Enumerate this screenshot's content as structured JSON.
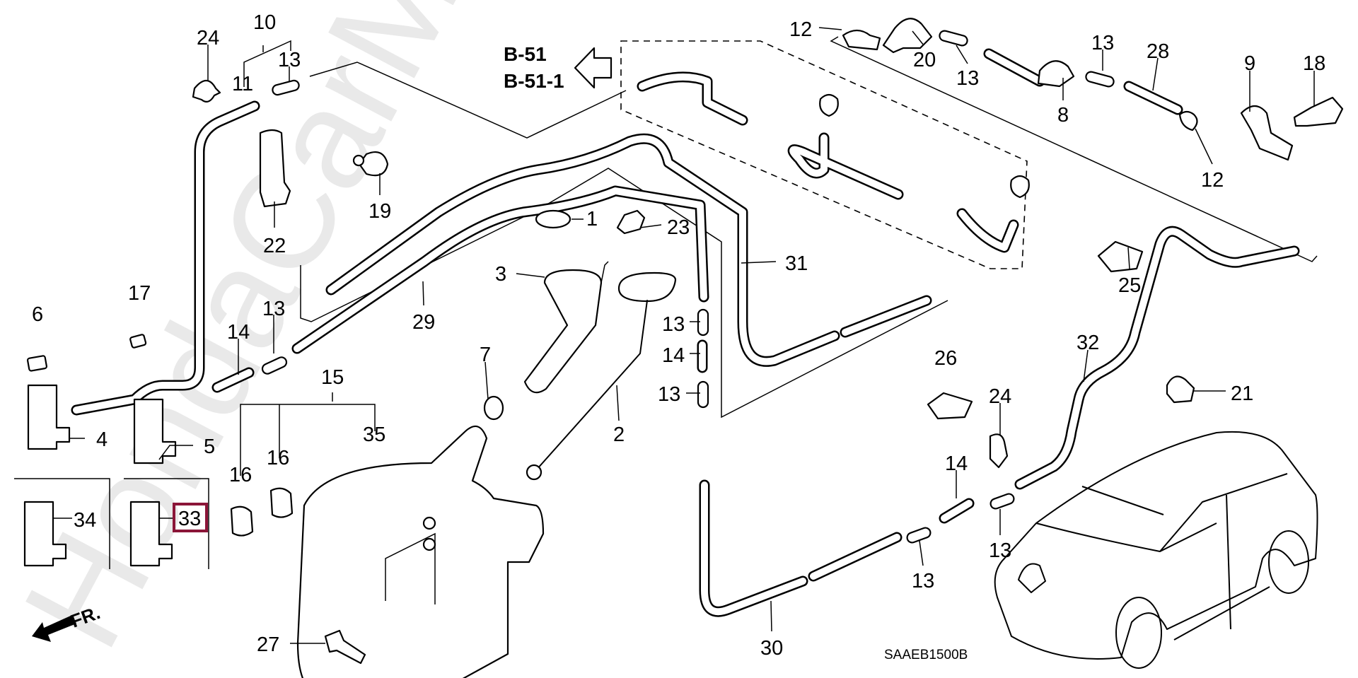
{
  "diagram": {
    "title_code": "SAAEB1500B",
    "watermark": "HondaCarMine.ru",
    "reference": {
      "line1": "B-51",
      "line2": "B-51-1"
    },
    "direction_label": "FR.",
    "highlight": {
      "part": "33",
      "color": "#8b1538"
    },
    "callouts": [
      {
        "id": "10",
        "label": "10"
      },
      {
        "id": "24a",
        "label": "24"
      },
      {
        "id": "11",
        "label": "11"
      },
      {
        "id": "13a",
        "label": "13"
      },
      {
        "id": "12a",
        "label": "12"
      },
      {
        "id": "20",
        "label": "20"
      },
      {
        "id": "13b",
        "label": "13"
      },
      {
        "id": "13c",
        "label": "13"
      },
      {
        "id": "28",
        "label": "28"
      },
      {
        "id": "9",
        "label": "9"
      },
      {
        "id": "18",
        "label": "18"
      },
      {
        "id": "8",
        "label": "8"
      },
      {
        "id": "12b",
        "label": "12"
      },
      {
        "id": "19",
        "label": "19"
      },
      {
        "id": "22",
        "label": "22"
      },
      {
        "id": "1",
        "label": "1"
      },
      {
        "id": "23",
        "label": "23"
      },
      {
        "id": "3",
        "label": "3"
      },
      {
        "id": "31",
        "label": "31"
      },
      {
        "id": "29",
        "label": "29"
      },
      {
        "id": "25",
        "label": "25"
      },
      {
        "id": "17",
        "label": "17"
      },
      {
        "id": "6",
        "label": "6"
      },
      {
        "id": "13d",
        "label": "13"
      },
      {
        "id": "14a",
        "label": "14"
      },
      {
        "id": "13e",
        "label": "13"
      },
      {
        "id": "14b",
        "label": "14"
      },
      {
        "id": "13f",
        "label": "13"
      },
      {
        "id": "7",
        "label": "7"
      },
      {
        "id": "15",
        "label": "15"
      },
      {
        "id": "2",
        "label": "2"
      },
      {
        "id": "26",
        "label": "26"
      },
      {
        "id": "32",
        "label": "32"
      },
      {
        "id": "21",
        "label": "21"
      },
      {
        "id": "24b",
        "label": "24"
      },
      {
        "id": "4",
        "label": "4"
      },
      {
        "id": "5",
        "label": "5"
      },
      {
        "id": "35",
        "label": "35"
      },
      {
        "id": "16a",
        "label": "16"
      },
      {
        "id": "16b",
        "label": "16"
      },
      {
        "id": "14c",
        "label": "14"
      },
      {
        "id": "34",
        "label": "34"
      },
      {
        "id": "33",
        "label": "33"
      },
      {
        "id": "13g",
        "label": "13"
      },
      {
        "id": "13h",
        "label": "13"
      },
      {
        "id": "27",
        "label": "27"
      },
      {
        "id": "30",
        "label": "30"
      }
    ]
  }
}
